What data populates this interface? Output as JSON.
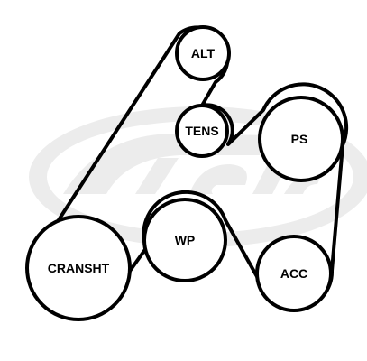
{
  "pulleys": {
    "alt": {
      "label": "ALT"
    },
    "tens": {
      "label": "TENS"
    },
    "ps": {
      "label": "PS"
    },
    "wp": {
      "label": "WP"
    },
    "acc": {
      "label": "ACC"
    },
    "crankshaft": {
      "label": "CRANSHT"
    }
  },
  "watermark": {
    "icon": "gates-logo-watermark",
    "color": "#ececec"
  }
}
